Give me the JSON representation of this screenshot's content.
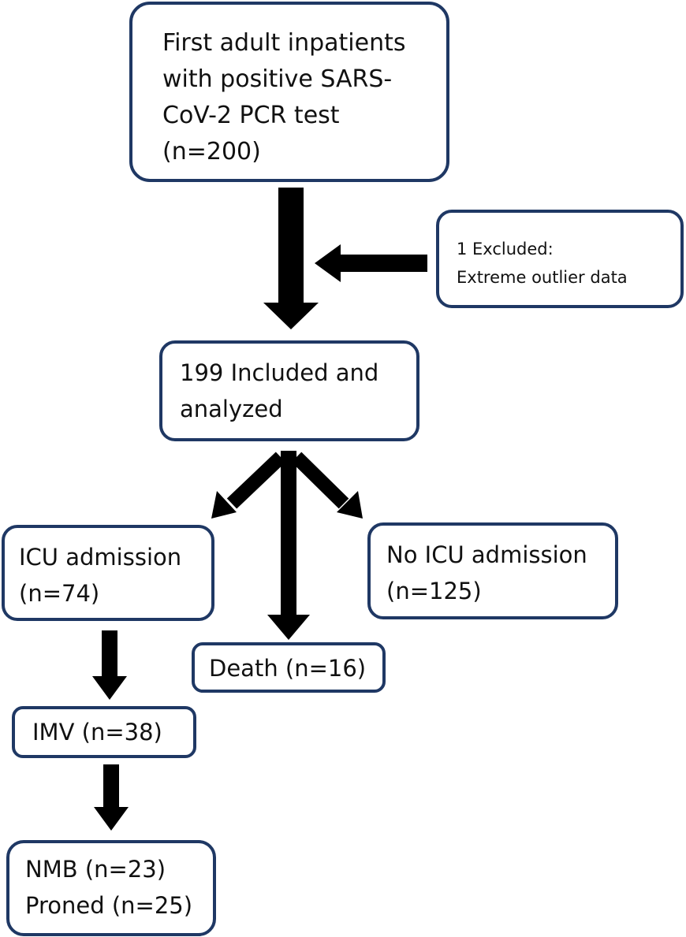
{
  "diagram": {
    "nodes": {
      "start": {
        "lines": [
          "First adult inpatients",
          "with positive SARS-",
          "CoV-2 PCR test",
          "(n=200)"
        ]
      },
      "excluded": {
        "lines": [
          "1 Excluded:",
          "Extreme outlier data"
        ]
      },
      "included": {
        "lines": [
          "199 Included and",
          "analyzed"
        ]
      },
      "icu": {
        "lines": [
          "ICU admission",
          "(n=74)"
        ]
      },
      "no_icu": {
        "lines": [
          "No ICU admission",
          "(n=125)"
        ]
      },
      "death": {
        "lines": [
          "Death (n=16)"
        ]
      },
      "imv": {
        "lines": [
          "IMV (n=38)"
        ]
      },
      "nmb_proned": {
        "lines": [
          "NMB (n=23)",
          "Proned (n=25)"
        ]
      }
    },
    "edges": [
      {
        "from": "start",
        "to": "included"
      },
      {
        "from": "excluded",
        "to": "start-included-arrow"
      },
      {
        "from": "included",
        "to": "icu"
      },
      {
        "from": "included",
        "to": "death"
      },
      {
        "from": "included",
        "to": "no_icu"
      },
      {
        "from": "icu",
        "to": "imv"
      },
      {
        "from": "imv",
        "to": "nmb_proned"
      }
    ],
    "colors": {
      "border": "#1f3864",
      "arrow": "#000000",
      "text": "#111111"
    }
  }
}
